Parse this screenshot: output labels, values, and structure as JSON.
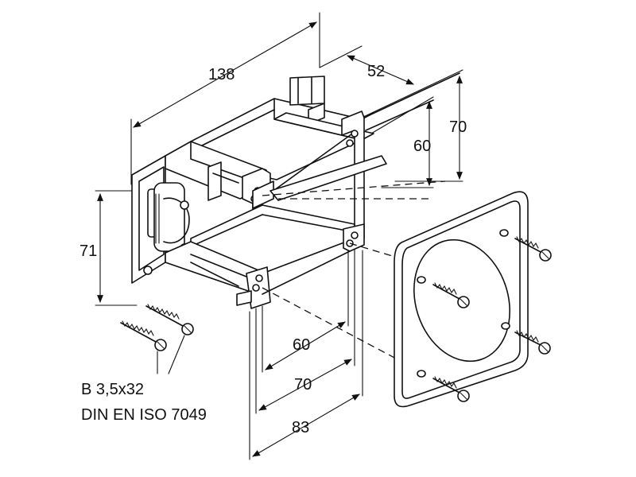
{
  "dimensions": {
    "overall_depth": "138",
    "depth_offset": "52",
    "height_outer": "70",
    "height_inner": "60",
    "left_height": "71",
    "width_inner": "60",
    "width_mid": "70",
    "width_plate": "83"
  },
  "screw_note": {
    "line1": "B 3,5x32",
    "line2": "DIN EN ISO 7049"
  }
}
